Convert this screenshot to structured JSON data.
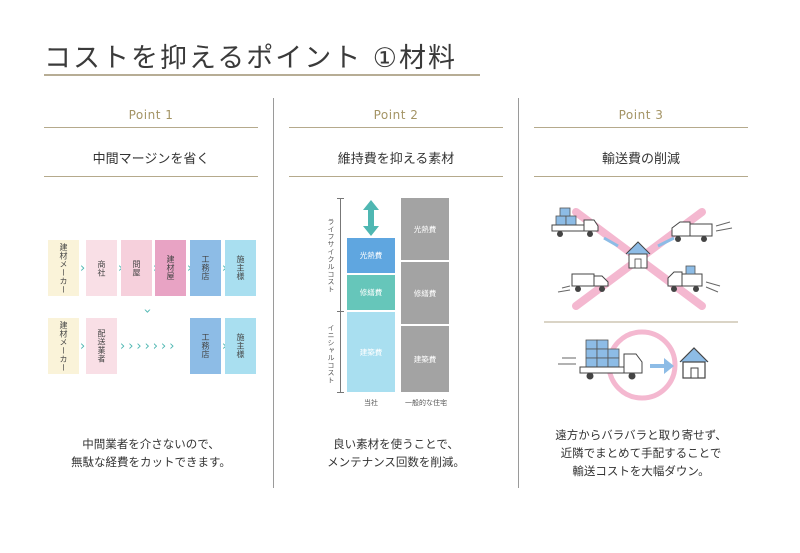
{
  "title": "コストを抑えるポイント ①材料",
  "columns": [
    {
      "label": "Point 1",
      "heading": "中間マージンを省く",
      "caption": [
        "中間業者を介さないので、",
        "無駄な経費をカットできます。"
      ],
      "flow_top": [
        "建材メーカー",
        "商社",
        "問屋",
        "建材屋",
        "工務店",
        "施主様"
      ],
      "flow_bottom": [
        "建材メーカー",
        "配送業者",
        "工務店",
        "施主様"
      ]
    },
    {
      "label": "Point 2",
      "heading": "維持費を抑える素材",
      "caption": [
        "良い素材を使うことで、",
        "メンテナンス回数を削減。"
      ],
      "axis_labels": [
        "ライフサイクルコスト",
        "イニシャルコスト"
      ],
      "left_stack": [
        "光熱費",
        "修繕費",
        "建築費"
      ],
      "right_stack": [
        "光熱費",
        "修繕費",
        "建築費"
      ],
      "x_labels": [
        "当社",
        "一般的な住宅"
      ]
    },
    {
      "label": "Point 3",
      "heading": "輸送費の削減",
      "caption": [
        "遠方からバラバラと取り寄せず、",
        "近隣でまとめて手配することで",
        "輸送コストを大幅ダウン。"
      ]
    }
  ],
  "colors": {
    "accent": "#b7ad95",
    "cream": "#faf3d9",
    "pink": "#f9dfe6",
    "pink_dark": "#e8a3c4",
    "blue": "#8dbce6",
    "aqua": "#a9dff0",
    "teal": "#4fb7b2",
    "gray": "#a3a3a3"
  }
}
